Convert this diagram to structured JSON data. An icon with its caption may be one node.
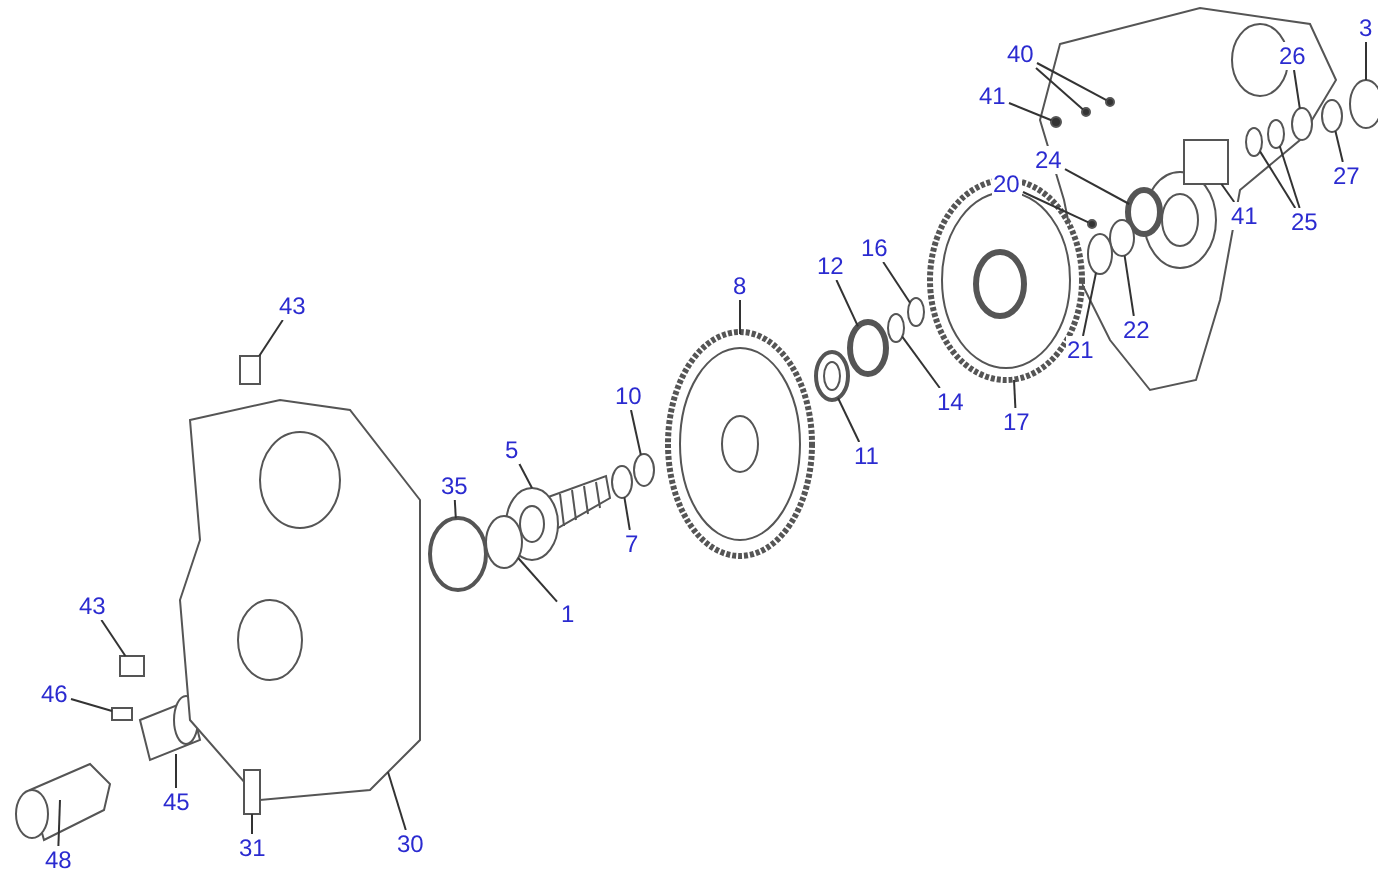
{
  "diagram": {
    "nodes": [
      {
        "text": [
          "3"
        ]
      },
      {
        "text": [
          "40"
        ]
      },
      {
        "text": [
          "26"
        ]
      },
      {
        "text": [
          "41"
        ]
      },
      {
        "text": [
          "24"
        ]
      },
      {
        "text": [
          "20"
        ]
      },
      {
        "text": [
          "27"
        ]
      },
      {
        "text": [
          "41"
        ]
      },
      {
        "text": [
          "25"
        ]
      },
      {
        "text": [
          "8"
        ]
      },
      {
        "text": [
          "12"
        ]
      },
      {
        "text": [
          "16"
        ]
      },
      {
        "text": [
          "43"
        ]
      },
      {
        "text": [
          "22"
        ]
      },
      {
        "text": [
          "21"
        ]
      },
      {
        "text": [
          "10"
        ]
      },
      {
        "text": [
          "14"
        ]
      },
      {
        "text": [
          "17"
        ]
      },
      {
        "text": [
          "5"
        ]
      },
      {
        "text": [
          "11"
        ]
      },
      {
        "text": [
          "35"
        ]
      },
      {
        "text": [
          "7"
        ]
      },
      {
        "text": [
          "43"
        ]
      },
      {
        "text": [
          "1"
        ]
      },
      {
        "text": [
          "46"
        ]
      },
      {
        "text": [
          "45"
        ]
      },
      {
        "text": [
          "30"
        ]
      },
      {
        "text": [
          "31"
        ]
      },
      {
        "text": [
          "48"
        ]
      },
      {
        "text": [],
        "shape": "circle"
      },
      {
        "text": [],
        "shape": "circle"
      },
      {
        "text": [],
        "shape": "circle"
      },
      {
        "text": [],
        "shape": "circle"
      },
      {
        "text": [],
        "shape": "circle"
      },
      {
        "text": [],
        "shape": "circle"
      },
      {
        "text": [],
        "shape": "circle"
      },
      {
        "text": [],
        "shape": "circle"
      },
      {
        "text": [],
        "shape": "box"
      },
      {
        "text": [],
        "shape": "circle"
      },
      {
        "text": [],
        "shape": "circle"
      },
      {
        "text": [],
        "shape": "picture"
      },
      {
        "text": [],
        "shape": "circle"
      },
      {
        "text": [],
        "shape": "circle"
      },
      {
        "text": [],
        "shape": "box"
      },
      {
        "text": [],
        "shape": "circle"
      },
      {
        "text": [],
        "shape": "circle"
      },
      {
        "text": [],
        "shape": "circle"
      },
      {
        "text": [],
        "shape": "circle"
      },
      {
        "text": [],
        "shape": "picture"
      },
      {
        "text": [],
        "shape": "picture"
      },
      {
        "text": [],
        "shape": "picture"
      },
      {
        "text": [],
        "shape": "circle"
      },
      {
        "text": [],
        "shape": "circle"
      },
      {
        "text": [],
        "shape": "box"
      },
      {
        "text": [],
        "shape": "circle"
      },
      {
        "text": [],
        "shape": "box"
      },
      {
        "text": [],
        "shape": "picture"
      },
      {
        "text": [],
        "shape": "picture"
      },
      {
        "text": [],
        "shape": "box"
      },
      {
        "text": [],
        "shape": "picture"
      }
    ],
    "edges": [
      {
        "from": 0,
        "to": 29,
        "arrow": "none"
      },
      {
        "from": 1,
        "to": 30,
        "arrow": "none"
      },
      {
        "from": 1,
        "to": 31,
        "arrow": "none"
      },
      {
        "from": 2,
        "to": 32,
        "arrow": "none"
      },
      {
        "from": 3,
        "to": 33,
        "arrow": "none"
      },
      {
        "from": 4,
        "to": 34,
        "arrow": "none"
      },
      {
        "from": 5,
        "to": 35,
        "arrow": "none"
      },
      {
        "from": 6,
        "to": 36,
        "arrow": "none"
      },
      {
        "from": 7,
        "to": 37,
        "arrow": "none"
      },
      {
        "from": 8,
        "to": 38,
        "arrow": "none"
      },
      {
        "from": 8,
        "to": 39,
        "arrow": "none"
      },
      {
        "from": 9,
        "to": 40,
        "arrow": "none"
      },
      {
        "from": 10,
        "to": 41,
        "arrow": "none"
      },
      {
        "from": 11,
        "to": 42,
        "arrow": "none"
      },
      {
        "from": 12,
        "to": 43,
        "arrow": "none"
      },
      {
        "from": 13,
        "to": 44,
        "arrow": "none"
      },
      {
        "from": 14,
        "to": 45,
        "arrow": "none"
      },
      {
        "from": 15,
        "to": 46,
        "arrow": "none"
      },
      {
        "from": 16,
        "to": 47,
        "arrow": "none"
      },
      {
        "from": 17,
        "to": 48,
        "arrow": "none"
      },
      {
        "from": 18,
        "to": 49,
        "arrow": "none"
      },
      {
        "from": 19,
        "to": 50,
        "arrow": "none"
      },
      {
        "from": 20,
        "to": 51,
        "arrow": "none"
      },
      {
        "from": 21,
        "to": 52,
        "arrow": "none"
      },
      {
        "from": 22,
        "to": 53,
        "arrow": "none"
      },
      {
        "from": 23,
        "to": 54,
        "arrow": "none"
      },
      {
        "from": 24,
        "to": 55,
        "arrow": "none"
      },
      {
        "from": 25,
        "to": 56,
        "arrow": "none"
      },
      {
        "from": 26,
        "to": 57,
        "arrow": "none"
      },
      {
        "from": 27,
        "to": 58,
        "arrow": "none"
      },
      {
        "from": 28,
        "to": 59,
        "arrow": "none"
      }
    ]
  }
}
